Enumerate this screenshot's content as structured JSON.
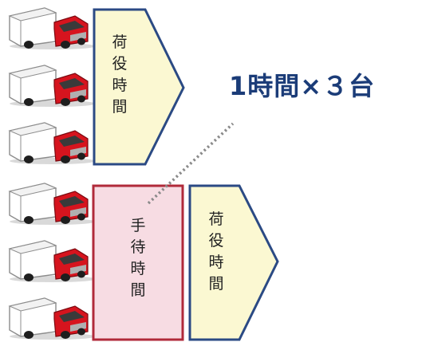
{
  "colors": {
    "handling_fill": "#fbf8d2",
    "handling_stroke": "#2b4a84",
    "waiting_fill": "#f7dce3",
    "waiting_stroke": "#b02a3a",
    "truck_cab": "#d6141e",
    "headline": "#1b3c78"
  },
  "trucks": {
    "count": 6,
    "icon": "truck-icon"
  },
  "labels": {
    "handling_top": [
      "荷",
      "役",
      "時",
      "間"
    ],
    "waiting": [
      "手",
      "待",
      "時",
      "間"
    ],
    "handling_bottom": [
      "荷",
      "役",
      "時",
      "間"
    ]
  },
  "headline": "1時間×３台"
}
